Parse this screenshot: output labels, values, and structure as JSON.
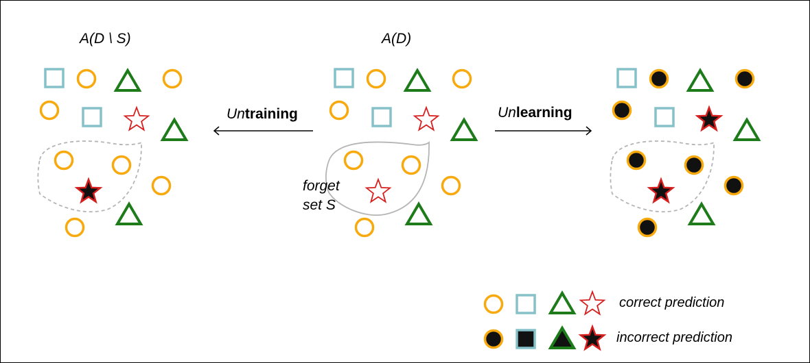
{
  "panels": [
    {
      "title": "A(D \\ S)",
      "forget_region": "dashed",
      "points": [
        [
          "square",
          true
        ],
        [
          "circle",
          true
        ],
        [
          "triangle",
          true
        ],
        [
          "circle",
          true
        ],
        [
          "circle",
          true
        ],
        [
          "square",
          true
        ],
        [
          "star",
          true
        ],
        [
          "triangle",
          true
        ],
        [
          "circle",
          true
        ],
        [
          "circle",
          true
        ],
        [
          "circle",
          true
        ],
        [
          "star",
          false
        ],
        [
          "triangle",
          true
        ],
        [
          "circle",
          true
        ]
      ]
    },
    {
      "title": "A(D)",
      "forget_region": "solid",
      "forget_label_1": "forget",
      "forget_label_2": "set S",
      "points": [
        [
          "square",
          true
        ],
        [
          "circle",
          true
        ],
        [
          "triangle",
          true
        ],
        [
          "circle",
          true
        ],
        [
          "circle",
          true
        ],
        [
          "square",
          true
        ],
        [
          "star",
          true
        ],
        [
          "triangle",
          true
        ],
        [
          "circle",
          true
        ],
        [
          "circle",
          true
        ],
        [
          "circle",
          true
        ],
        [
          "star",
          true
        ],
        [
          "triangle",
          true
        ],
        [
          "circle",
          true
        ]
      ]
    },
    {
      "title": "",
      "forget_region": "dashed",
      "points": [
        [
          "square",
          true
        ],
        [
          "circle",
          false
        ],
        [
          "triangle",
          true
        ],
        [
          "circle",
          false
        ],
        [
          "circle",
          false
        ],
        [
          "square",
          true
        ],
        [
          "star",
          false
        ],
        [
          "triangle",
          true
        ],
        [
          "circle",
          false
        ],
        [
          "circle",
          false
        ],
        [
          "circle",
          false
        ],
        [
          "star",
          false
        ],
        [
          "triangle",
          true
        ],
        [
          "circle",
          false
        ]
      ]
    }
  ],
  "operations": {
    "untraining": {
      "prefix": "Un",
      "suffix": "training"
    },
    "unlearning": {
      "prefix": "Un",
      "suffix": "learning"
    }
  },
  "legend": {
    "correct": "correct prediction",
    "incorrect": "incorrect prediction"
  },
  "colors": {
    "circle": "#f7a90d",
    "square": "#86c1ca",
    "triangle": "#1e7b1a",
    "star": "#d61f1f",
    "fill_incorrect": "#111111",
    "region": "#b5b5b5"
  }
}
